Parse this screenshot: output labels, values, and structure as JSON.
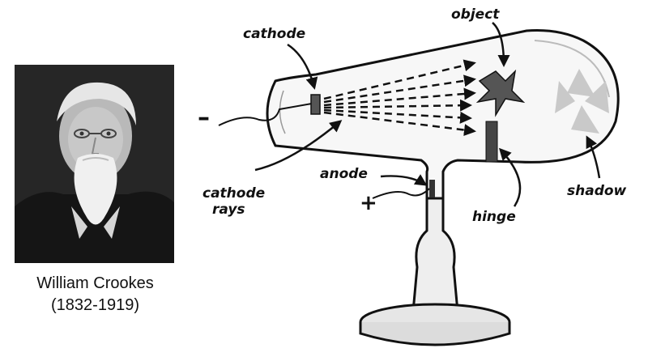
{
  "person": {
    "name": "William Crookes",
    "years": "(1832-1919)"
  },
  "labels": {
    "cathode": "cathode",
    "object": "object",
    "anode": "anode",
    "cathode_rays_line1": "cathode",
    "cathode_rays_line2": "rays",
    "shadow": "shadow",
    "hinge": "hinge",
    "minus": "–",
    "plus": "+"
  }
}
